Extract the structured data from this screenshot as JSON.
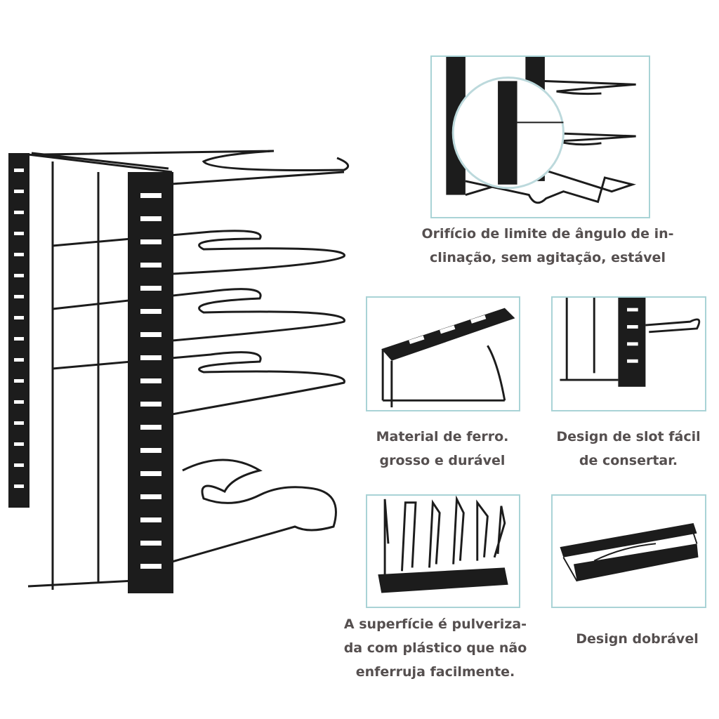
{
  "captions": {
    "tilt_hole": [
      "Orifício de limite de ângulo de in-",
      "clinação, sem agitação, estável"
    ],
    "iron_material": [
      "Material de ferro.",
      "grosso e durável"
    ],
    "slot_design": [
      "Design de slot fácil",
      "de consertar."
    ],
    "coating": [
      "A superfície é pulveriza-",
      "da com plástico que não",
      "enferruja facilmente."
    ],
    "foldable": [
      "Design dobrável"
    ]
  },
  "colors": {
    "text": "#554f4f",
    "panel_border": "#a9d3d6",
    "metal": "#1c1c1c"
  }
}
